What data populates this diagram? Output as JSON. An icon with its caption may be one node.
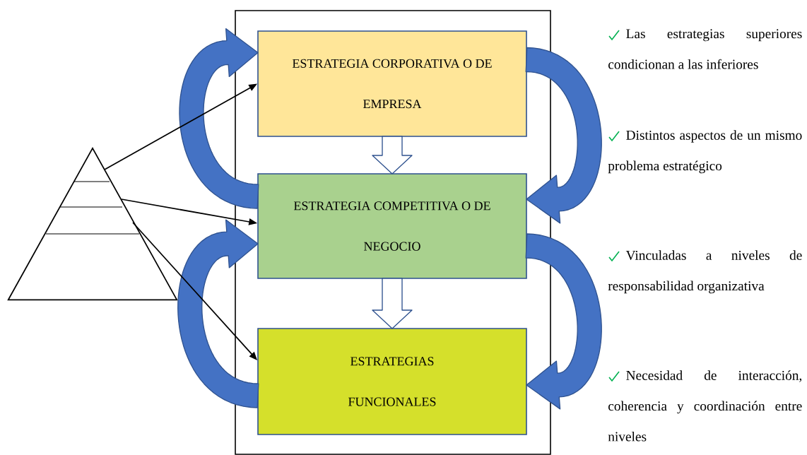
{
  "diagram": {
    "nodes": [
      {
        "text": [],
        "shape": "box"
      },
      {
        "text": [
          "ESTRATEGIA CORPORATIVA O DE EMPRESA"
        ],
        "in": 0
      },
      {
        "text": [
          "ESTRATEGIA COMPETITIVA O DE NEGOCIO"
        ],
        "in": 0
      },
      {
        "text": [
          "ESTRATEGIAS FUNCIONALES"
        ],
        "in": 0
      },
      {
        "text": [],
        "shape": "triangle"
      }
    ],
    "edges": [
      {
        "from": 4,
        "to": 1,
        "arrow": "to"
      },
      {
        "from": 4,
        "to": 2,
        "arrow": "to"
      },
      {
        "from": 4,
        "to": 3,
        "arrow": "to"
      },
      {
        "from": 1,
        "to": 2,
        "arrow": "to",
        "style": "thick"
      },
      {
        "from": 2,
        "to": 3,
        "arrow": "to",
        "style": "thick"
      },
      {
        "from": 2,
        "to": 1,
        "arrow": "to",
        "style": "thick",
        "color": "#4472c4"
      },
      {
        "from": 1,
        "to": 2,
        "arrow": "to",
        "style": "thick",
        "color": "#4472c4"
      },
      {
        "from": 3,
        "to": 2,
        "arrow": "to",
        "style": "thick",
        "color": "#4472c4"
      },
      {
        "from": 2,
        "to": 3,
        "arrow": "to",
        "style": "thick",
        "color": "#4472c4"
      }
    ],
    "labels": [
      "Las estrategias superiores condicionan a las inferiores",
      "Distintos aspectos de un mismo problema estratégico",
      "Vinculadas a niveles de responsabilidad organizativa",
      "Necesidad de interacción, coherencia y coordinación entre niveles"
    ]
  }
}
